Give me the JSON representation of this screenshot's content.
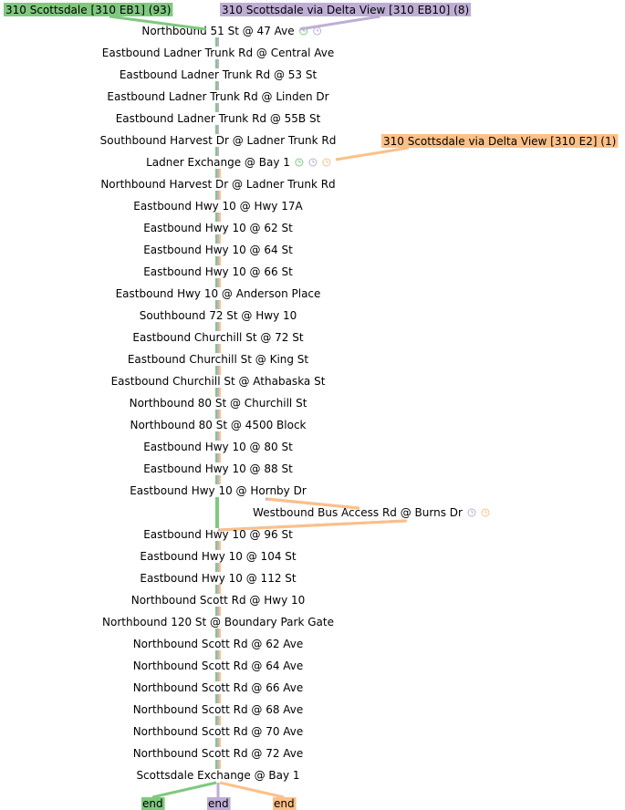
{
  "routes": [
    {
      "id": "eb1",
      "label": "310 Scottsdale [310 EB1] (93)",
      "color": "#7fc97f",
      "end_label": "end"
    },
    {
      "id": "eb10",
      "label": "310 Scottsdale via Delta View [310 EB10] (8)",
      "color": "#beaed4",
      "end_label": "end"
    },
    {
      "id": "e2",
      "label": "310 Scottsdale via Delta View [310 E2] (1)",
      "color": "#fdc086",
      "end_label": "end"
    }
  ],
  "stops": [
    {
      "name": "Northbound 51 St @ 47 Ave",
      "routes": [
        "eb1",
        "eb10"
      ],
      "clocks": [
        "eb1",
        "eb10"
      ]
    },
    {
      "name": "Eastbound Ladner Trunk Rd @ Central Ave",
      "routes": [
        "eb1",
        "eb10"
      ]
    },
    {
      "name": "Eastbound Ladner Trunk Rd @ 53 St",
      "routes": [
        "eb1",
        "eb10"
      ]
    },
    {
      "name": "Eastbound Ladner Trunk Rd @ Linden Dr",
      "routes": [
        "eb1",
        "eb10"
      ]
    },
    {
      "name": "Eastbound Ladner Trunk Rd @ 55B St",
      "routes": [
        "eb1",
        "eb10"
      ]
    },
    {
      "name": "Southbound Harvest Dr @ Ladner Trunk Rd",
      "routes": [
        "eb1",
        "eb10"
      ]
    },
    {
      "name": "Ladner Exchange @ Bay 1",
      "routes": [
        "eb1",
        "eb10",
        "e2"
      ],
      "clocks": [
        "eb1",
        "eb10",
        "e2"
      ]
    },
    {
      "name": "Northbound Harvest Dr @ Ladner Trunk Rd",
      "routes": [
        "eb1",
        "eb10",
        "e2"
      ]
    },
    {
      "name": "Eastbound Hwy 10 @ Hwy 17A",
      "routes": [
        "eb1",
        "eb10",
        "e2"
      ]
    },
    {
      "name": "Eastbound Hwy 10 @ 62 St",
      "routes": [
        "eb1",
        "eb10",
        "e2"
      ]
    },
    {
      "name": "Eastbound Hwy 10 @ 64 St",
      "routes": [
        "eb1",
        "eb10",
        "e2"
      ]
    },
    {
      "name": "Eastbound Hwy 10 @ 66 St",
      "routes": [
        "eb1",
        "eb10",
        "e2"
      ]
    },
    {
      "name": "Eastbound Hwy 10 @ Anderson Place",
      "routes": [
        "eb1",
        "eb10",
        "e2"
      ]
    },
    {
      "name": "Southbound 72 St @ Hwy 10",
      "routes": [
        "eb1",
        "eb10",
        "e2"
      ]
    },
    {
      "name": "Eastbound Churchill St @ 72 St",
      "routes": [
        "eb1",
        "eb10",
        "e2"
      ]
    },
    {
      "name": "Eastbound Churchill St @ King St",
      "routes": [
        "eb1",
        "eb10",
        "e2"
      ]
    },
    {
      "name": "Eastbound Churchill St @ Athabaska St",
      "routes": [
        "eb1",
        "eb10",
        "e2"
      ]
    },
    {
      "name": "Northbound 80 St @ Churchill St",
      "routes": [
        "eb1",
        "eb10",
        "e2"
      ]
    },
    {
      "name": "Northbound 80 St @ 4500 Block",
      "routes": [
        "eb1",
        "eb10",
        "e2"
      ]
    },
    {
      "name": "Eastbound Hwy 10 @ 80 St",
      "routes": [
        "eb1",
        "eb10",
        "e2"
      ]
    },
    {
      "name": "Eastbound Hwy 10 @ 88 St",
      "routes": [
        "eb1",
        "eb10",
        "e2"
      ]
    },
    {
      "name": "Eastbound Hwy 10 @ Hornby Dr",
      "routes": [
        "eb1",
        "eb10",
        "e2"
      ]
    },
    {
      "name": "Westbound Bus Access Rd @ Burns Dr",
      "routes": [
        "eb10",
        "e2"
      ],
      "clocks": [
        "eb10",
        "e2"
      ],
      "branch": true
    },
    {
      "name": "Eastbound Hwy 10 @ 96 St",
      "routes": [
        "eb1",
        "eb10",
        "e2"
      ]
    },
    {
      "name": "Eastbound Hwy 10 @ 104 St",
      "routes": [
        "eb1",
        "eb10",
        "e2"
      ]
    },
    {
      "name": "Eastbound Hwy 10 @ 112 St",
      "routes": [
        "eb1",
        "eb10",
        "e2"
      ]
    },
    {
      "name": "Northbound Scott Rd @ Hwy 10",
      "routes": [
        "eb1",
        "eb10",
        "e2"
      ]
    },
    {
      "name": "Northbound 120 St @ Boundary Park Gate",
      "routes": [
        "eb1",
        "eb10",
        "e2"
      ]
    },
    {
      "name": "Northbound Scott Rd @ 62 Ave",
      "routes": [
        "eb1",
        "eb10",
        "e2"
      ]
    },
    {
      "name": "Northbound Scott Rd @ 64 Ave",
      "routes": [
        "eb1",
        "eb10",
        "e2"
      ]
    },
    {
      "name": "Northbound Scott Rd @ 66 Ave",
      "routes": [
        "eb1",
        "eb10",
        "e2"
      ]
    },
    {
      "name": "Northbound Scott Rd @ 68 Ave",
      "routes": [
        "eb1",
        "eb10",
        "e2"
      ]
    },
    {
      "name": "Northbound Scott Rd @ 70 Ave",
      "routes": [
        "eb1",
        "eb10",
        "e2"
      ]
    },
    {
      "name": "Northbound Scott Rd @ 72 Ave",
      "routes": [
        "eb1",
        "eb10",
        "e2"
      ]
    },
    {
      "name": "Scottsdale Exchange @ Bay 1",
      "routes": [
        "eb1",
        "eb10",
        "e2"
      ]
    }
  ],
  "icons": {
    "clock": "clock-icon"
  }
}
